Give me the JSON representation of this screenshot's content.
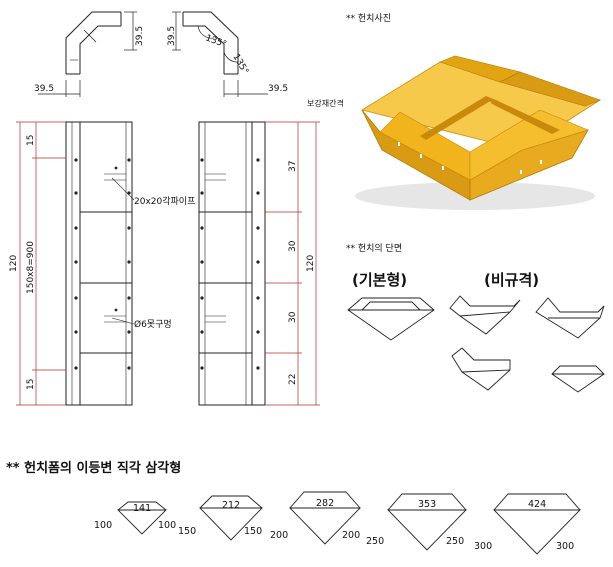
{
  "top_drawing": {
    "left_vertical_dim": "39.5",
    "left_horizontal_dim": "39.5",
    "right_vertical_dim": "39.5",
    "right_horizontal_dim": "39.5",
    "angle_1": "135°",
    "angle_2": "135°"
  },
  "plan": {
    "gap_label": "보강재간격",
    "left_total": "120",
    "left_inner": "150x8=900",
    "left_top": "15",
    "left_bottom": "15",
    "pipe_label": "20x20각파이프",
    "hole_label": "Ø6못구멍",
    "right_segments": [
      "37",
      "30",
      "30",
      "22"
    ],
    "right_total": "120"
  },
  "photo": {
    "label": "** 헌치사진"
  },
  "sections": {
    "label": "** 헌치의 단면",
    "basic": "(기본형)",
    "nonstandard": "(비규격)"
  },
  "triangles": {
    "title": "** 헌치폼의 이등변 직각 삼각형",
    "items": [
      {
        "top": "141",
        "left": "100",
        "right": "100"
      },
      {
        "top": "212",
        "left": "150",
        "right": "150"
      },
      {
        "top": "282",
        "left": "200",
        "right": "200"
      },
      {
        "top": "353",
        "left": "250",
        "right": "250"
      },
      {
        "top": "424",
        "left": "300",
        "right": "300"
      }
    ]
  },
  "colors": {
    "yellow": "#f2b41c",
    "yellow_dark": "#c98a0c",
    "line": "#222222",
    "dim_red": "#b03030"
  }
}
